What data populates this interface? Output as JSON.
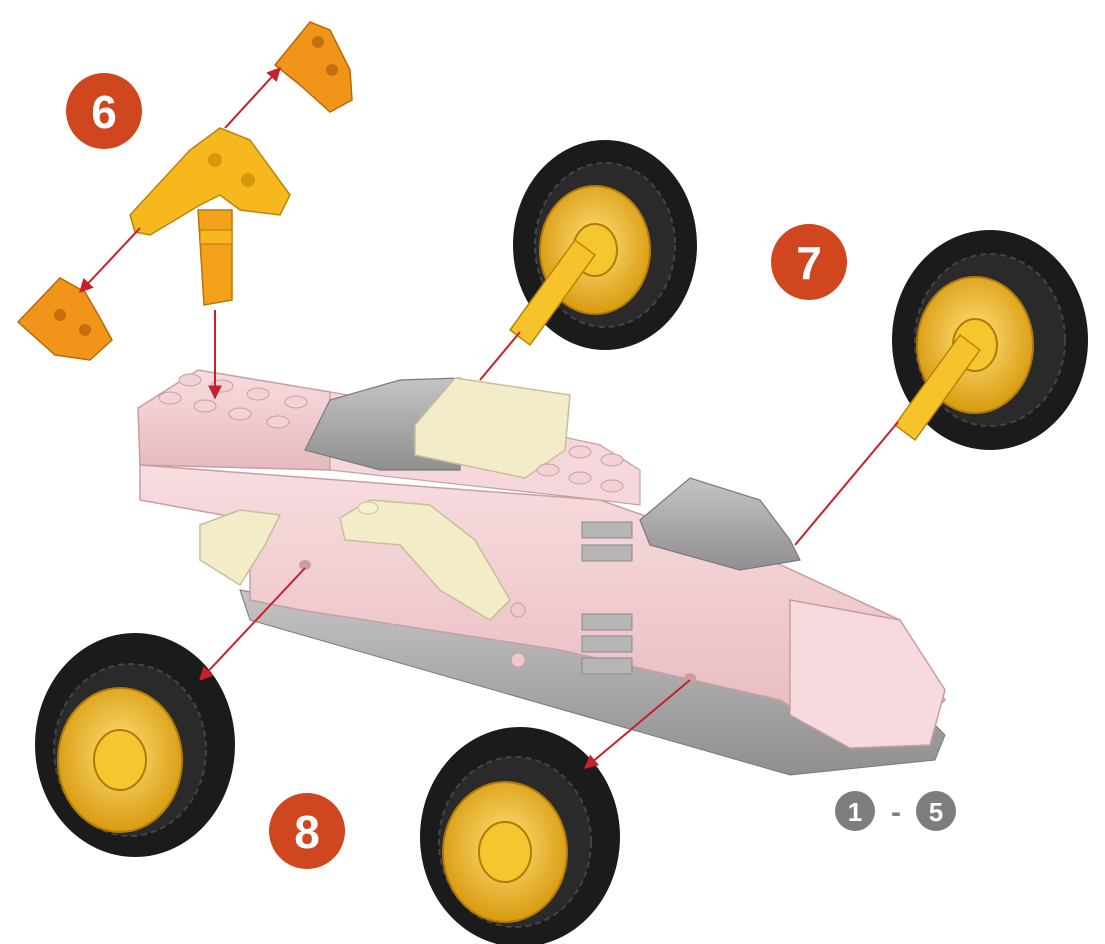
{
  "steps": {
    "step_6": "6",
    "step_7": "7",
    "step_8": "8",
    "range_start": "1",
    "range_sep": "-",
    "range_end": "5"
  },
  "colors": {
    "step_badge": "#d0461f",
    "range_badge": "#7d7d7d",
    "arrow": "#c8202a",
    "body_pink": "#f2cfd3",
    "roof_gray": "#a7a7a7",
    "cream": "#f1ecc8",
    "connector_orange": "#f0951a",
    "connector_yellow": "#f6b81c",
    "tire": "#1b1b1b",
    "rim": "#f1bc1e"
  },
  "icons": {
    "wheel": "wheel-icon",
    "axle": "axle-icon",
    "connector": "connector-icon",
    "car_body": "car-body-icon"
  }
}
